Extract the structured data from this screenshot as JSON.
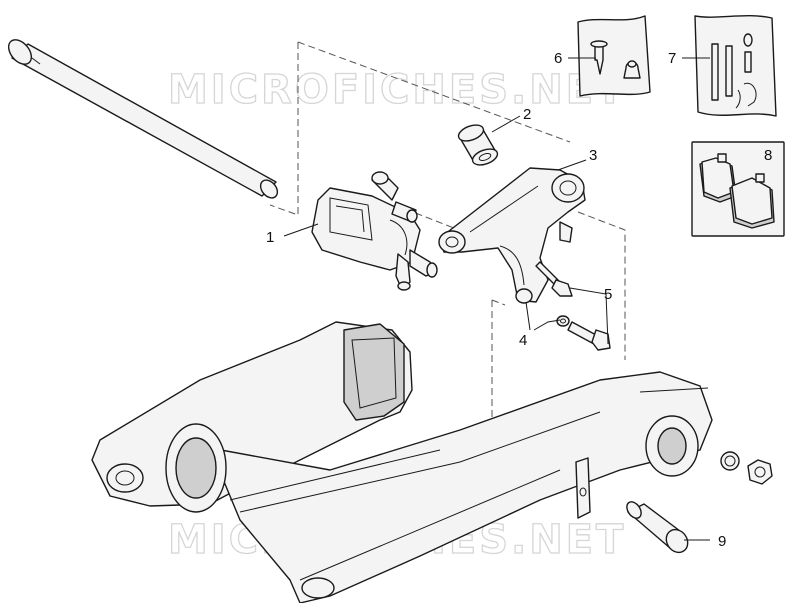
{
  "watermark": {
    "text_top": "MICROFICHES.NET",
    "text_bottom": "MICROFICHES.NET"
  },
  "callouts": [
    "1",
    "2",
    "3",
    "4",
    "5",
    "6",
    "7",
    "8",
    "9"
  ],
  "colors": {
    "line": "#1a1a1a",
    "part_fill": "#f4f4f4",
    "watermark": "#d6d6d6"
  }
}
